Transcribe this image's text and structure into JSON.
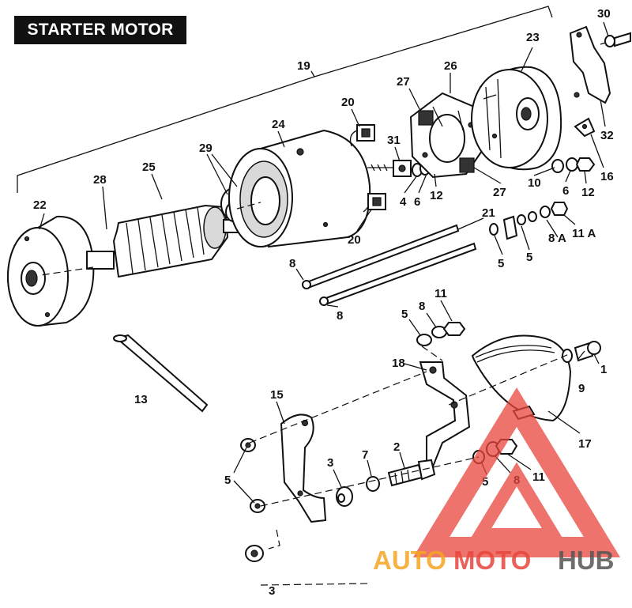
{
  "title": "STARTER MOTOR",
  "callouts": {
    "c1": "1",
    "c2": "2",
    "c3a": "3",
    "c3b": "3",
    "c4": "4",
    "c5a": "5",
    "c5b": "5",
    "c5c": "5",
    "c5d": "5",
    "c5e": "5",
    "c6a": "6",
    "c6b": "6",
    "c7": "7",
    "c8a": "8",
    "c8b": "8",
    "c8c": "8",
    "c8d": "8",
    "c8A": "8 A",
    "c9": "9",
    "c10": "10",
    "c11a": "11",
    "c11b": "11",
    "c11A": "11 A",
    "c12a": "12",
    "c12b": "12",
    "c13": "13",
    "c15": "15",
    "c16": "16",
    "c17": "17",
    "c18": "18",
    "c19": "19",
    "c20a": "20",
    "c20b": "20",
    "c21": "21",
    "c22": "22",
    "c23": "23",
    "c24": "24",
    "c25": "25",
    "c26": "26",
    "c27a": "27",
    "c27b": "27",
    "c28": "28",
    "c29": "29",
    "c30": "30",
    "c31": "31",
    "c32": "32"
  },
  "watermark": {
    "part1": "AUTO",
    "part2": "MOTO",
    "part3": "HUB",
    "color_primary": "#e8453c",
    "color_secondary": "#f5a623",
    "color_tertiary": "#555555"
  }
}
